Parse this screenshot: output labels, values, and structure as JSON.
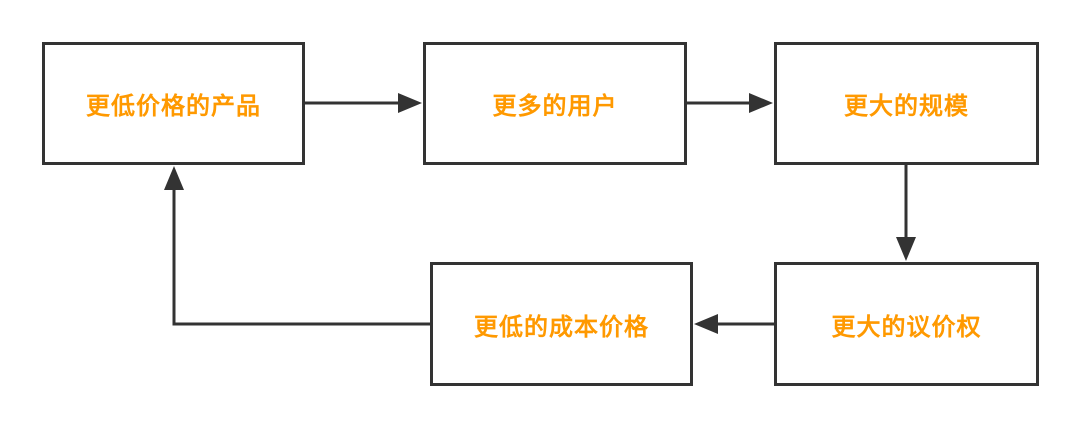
{
  "diagram": {
    "nodes": [
      {
        "id": "n1",
        "label": "更低价格的产品"
      },
      {
        "id": "n2",
        "label": "更多的用户"
      },
      {
        "id": "n3",
        "label": "更大的规模"
      },
      {
        "id": "n4",
        "label": "更大的议价权"
      },
      {
        "id": "n5",
        "label": "更低的成本价格"
      }
    ],
    "edges": [
      {
        "from": "n1",
        "to": "n2"
      },
      {
        "from": "n2",
        "to": "n3"
      },
      {
        "from": "n3",
        "to": "n4"
      },
      {
        "from": "n4",
        "to": "n5"
      },
      {
        "from": "n5",
        "to": "n1"
      }
    ],
    "colors": {
      "label": "#ff9900",
      "border": "#333333",
      "arrow": "#333333",
      "background": "#ffffff"
    }
  }
}
